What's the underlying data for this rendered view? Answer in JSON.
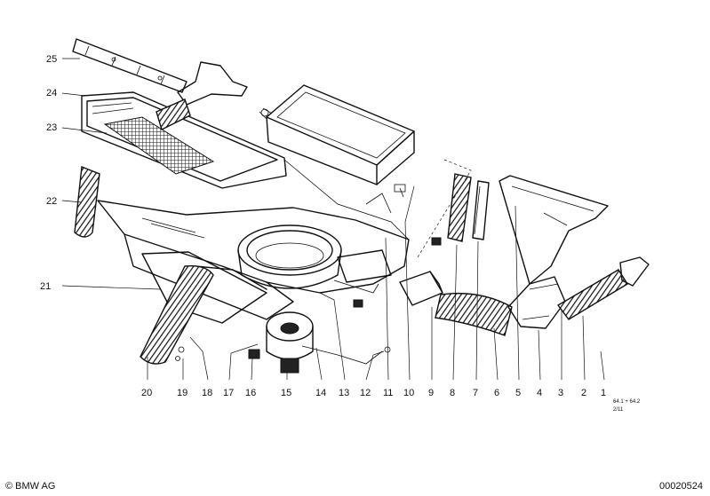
{
  "diagram": {
    "part_numbers": [
      "1",
      "2",
      "3",
      "4",
      "5",
      "6",
      "7",
      "8",
      "9",
      "10",
      "11",
      "12",
      "13",
      "14",
      "15",
      "16",
      "17",
      "18",
      "19",
      "20",
      "21",
      "22",
      "23",
      "24",
      "25"
    ],
    "group_code": "64.1 + 64.2",
    "sheet_code": "2/11"
  },
  "footer": {
    "copyright": "© BMW AG",
    "image_number": "00020524"
  }
}
